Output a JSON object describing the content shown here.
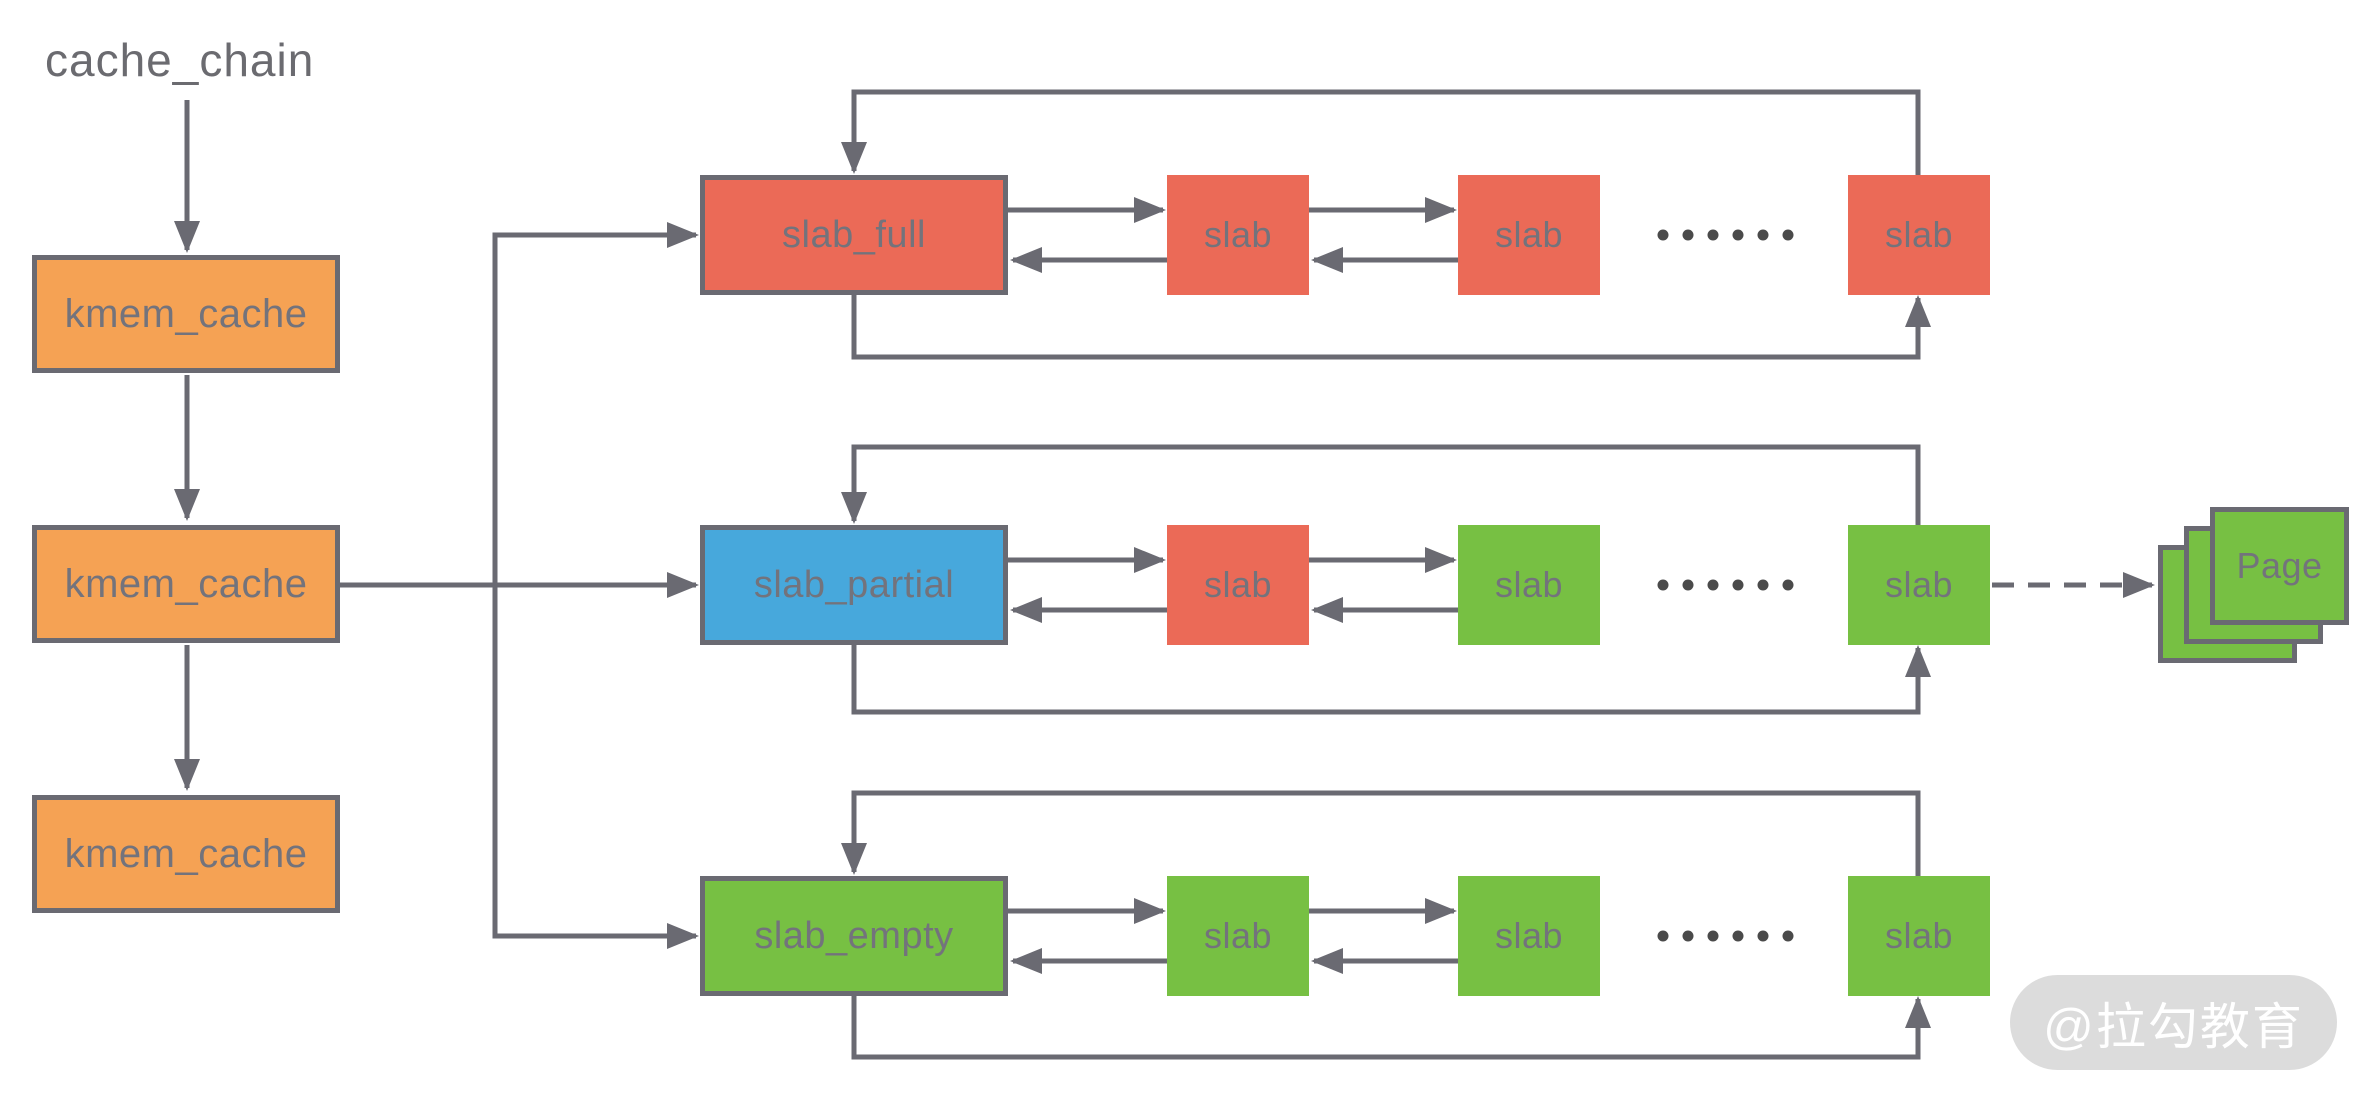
{
  "diagram": {
    "title": "cache_chain",
    "watermark": "@拉勾教育",
    "cache_chain_nodes": [
      {
        "label": "kmem_cache"
      },
      {
        "label": "kmem_cache"
      },
      {
        "label": "kmem_cache"
      }
    ],
    "rows": [
      {
        "head": "slab_full",
        "slabs": [
          "slab",
          "slab",
          "slab"
        ],
        "ellipsis": "······"
      },
      {
        "head": "slab_partial",
        "slabs": [
          "slab",
          "slab",
          "slab"
        ],
        "ellipsis": "······"
      },
      {
        "head": "slab_empty",
        "slabs": [
          "slab",
          "slab",
          "slab"
        ],
        "ellipsis": "······"
      }
    ],
    "page": {
      "label": "Page"
    },
    "colors": {
      "orange": "#F5A254",
      "red": "#EB6A57",
      "blue": "#47A8DC",
      "green": "#77C043",
      "line": "#6A6A72",
      "boxtext": "#73737C",
      "title": "#6B6B70",
      "dots": "#4A4A4A",
      "watermark-bg": "#DCDCDC",
      "watermark-text": "#FFFFFF"
    }
  }
}
